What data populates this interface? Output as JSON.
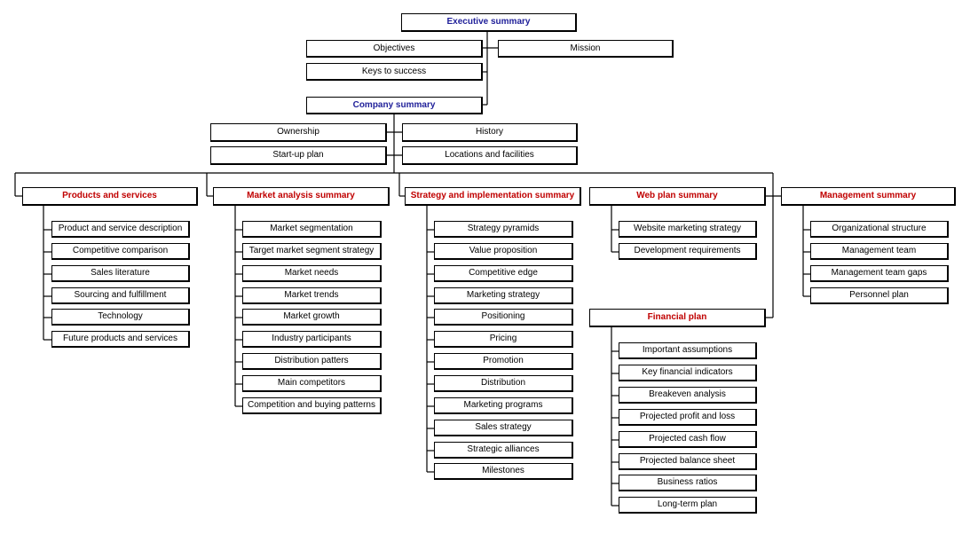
{
  "executive_summary": "Executive summary",
  "objectives": "Objectives",
  "mission": "Mission",
  "keys_to_success": "Keys to success",
  "company_summary": "Company summary",
  "ownership": "Ownership",
  "history": "History",
  "startup_plan": "Start-up plan",
  "locations": "Locations and facilities",
  "products": {
    "title": "Products and services",
    "items": [
      "Product and service description",
      "Competitive comparison",
      "Sales literature",
      "Sourcing and fulfillment",
      "Technology",
      "Future products and services"
    ]
  },
  "market": {
    "title": "Market analysis summary",
    "items": [
      "Market segmentation",
      "Target market segment strategy",
      "Market needs",
      "Market trends",
      "Market growth",
      "Industry participants",
      "Distribution patters",
      "Main competitors",
      "Competition and buying patterns"
    ]
  },
  "strategy": {
    "title": "Strategy and implementation summary",
    "items": [
      "Strategy pyramids",
      "Value proposition",
      "Competitive edge",
      "Marketing strategy",
      "Positioning",
      "Pricing",
      "Promotion",
      "Distribution",
      "Marketing programs",
      "Sales strategy",
      "Strategic alliances",
      "Milestones"
    ]
  },
  "web": {
    "title": "Web plan summary",
    "items": [
      "Website marketing strategy",
      "Development requirements"
    ]
  },
  "management": {
    "title": "Management summary",
    "items": [
      "Organizational structure",
      "Management team",
      "Management team gaps",
      "Personnel plan"
    ]
  },
  "financial": {
    "title": "Financial plan",
    "items": [
      "Important assumptions",
      "Key financial indicators",
      "Breakeven analysis",
      "Projected profit and loss",
      "Projected cash flow",
      "Projected balance sheet",
      "Business ratios",
      "Long-term plan"
    ]
  }
}
